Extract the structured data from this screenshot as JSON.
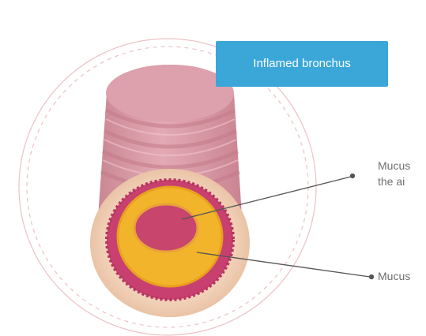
{
  "diagram": {
    "title": "Inflamed bronchus",
    "callouts": [
      {
        "line1": "Mucus",
        "line2": "the ai"
      },
      {
        "line1": "Mucus"
      }
    ],
    "colors": {
      "title_bg": "#3aa7d8",
      "tube_pink": "#d99aa6",
      "tube_stripe": "#c9808f",
      "wall_outer": "#f5d7c0",
      "inflamed_tissue": "#c53a6a",
      "mucus_yellow": "#f2b42a",
      "lumen": "#c8456e",
      "dashed_outline": "#e9b7bc",
      "callout_text": "#6f6f6f"
    }
  }
}
